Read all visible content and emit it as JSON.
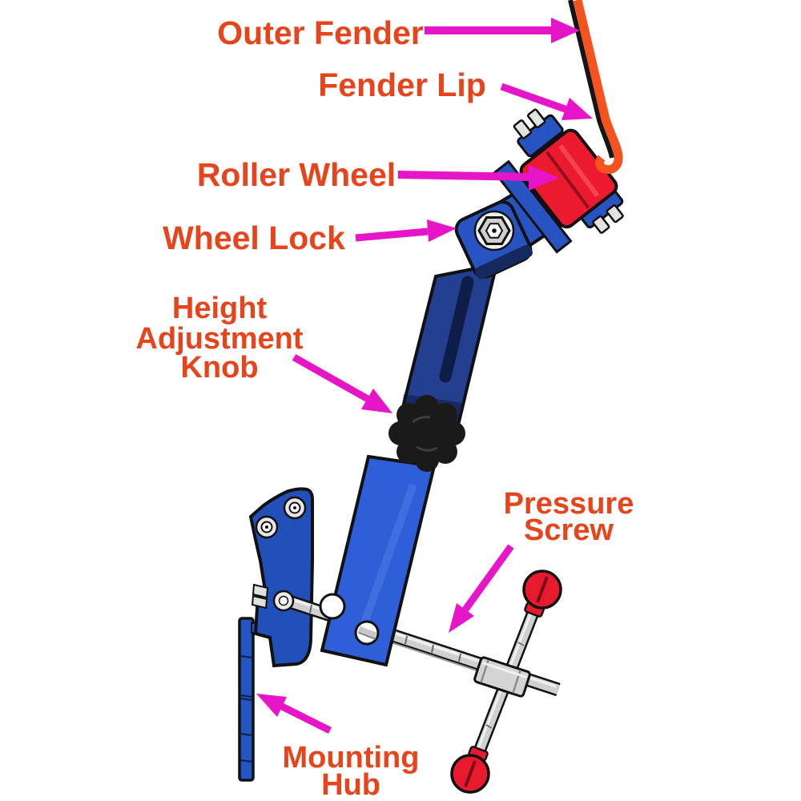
{
  "diagram": {
    "kind": "labeled parts illustration",
    "labels": {
      "outer_fender": "Outer Fender",
      "fender_lip": "Fender Lip",
      "roller_wheel": "Roller Wheel",
      "wheel_lock": "Wheel Lock",
      "height_1": "Height",
      "height_2": "Adjustment",
      "height_3": "Knob",
      "pressure_1": "Pressure",
      "pressure_2": "Screw",
      "mounting_1": "Mounting",
      "mounting_2": "Hub"
    },
    "colors": {
      "label_text": "#e8441c",
      "arrow_magenta": "#e616c8",
      "tool_blue": "#2853c2",
      "upper_arm_blue": "#243f8f",
      "lower_arm_blue": "#2f5fd8",
      "slot_navy": "#0e1c48",
      "roller_red": "#ec1a2e",
      "fender_orange": "#f4531d",
      "knob_black": "#1a1a1a",
      "metal_silver": "#d0d0d0",
      "handle_ball_red": "#ea1a2e",
      "background": "#ffffff"
    }
  }
}
